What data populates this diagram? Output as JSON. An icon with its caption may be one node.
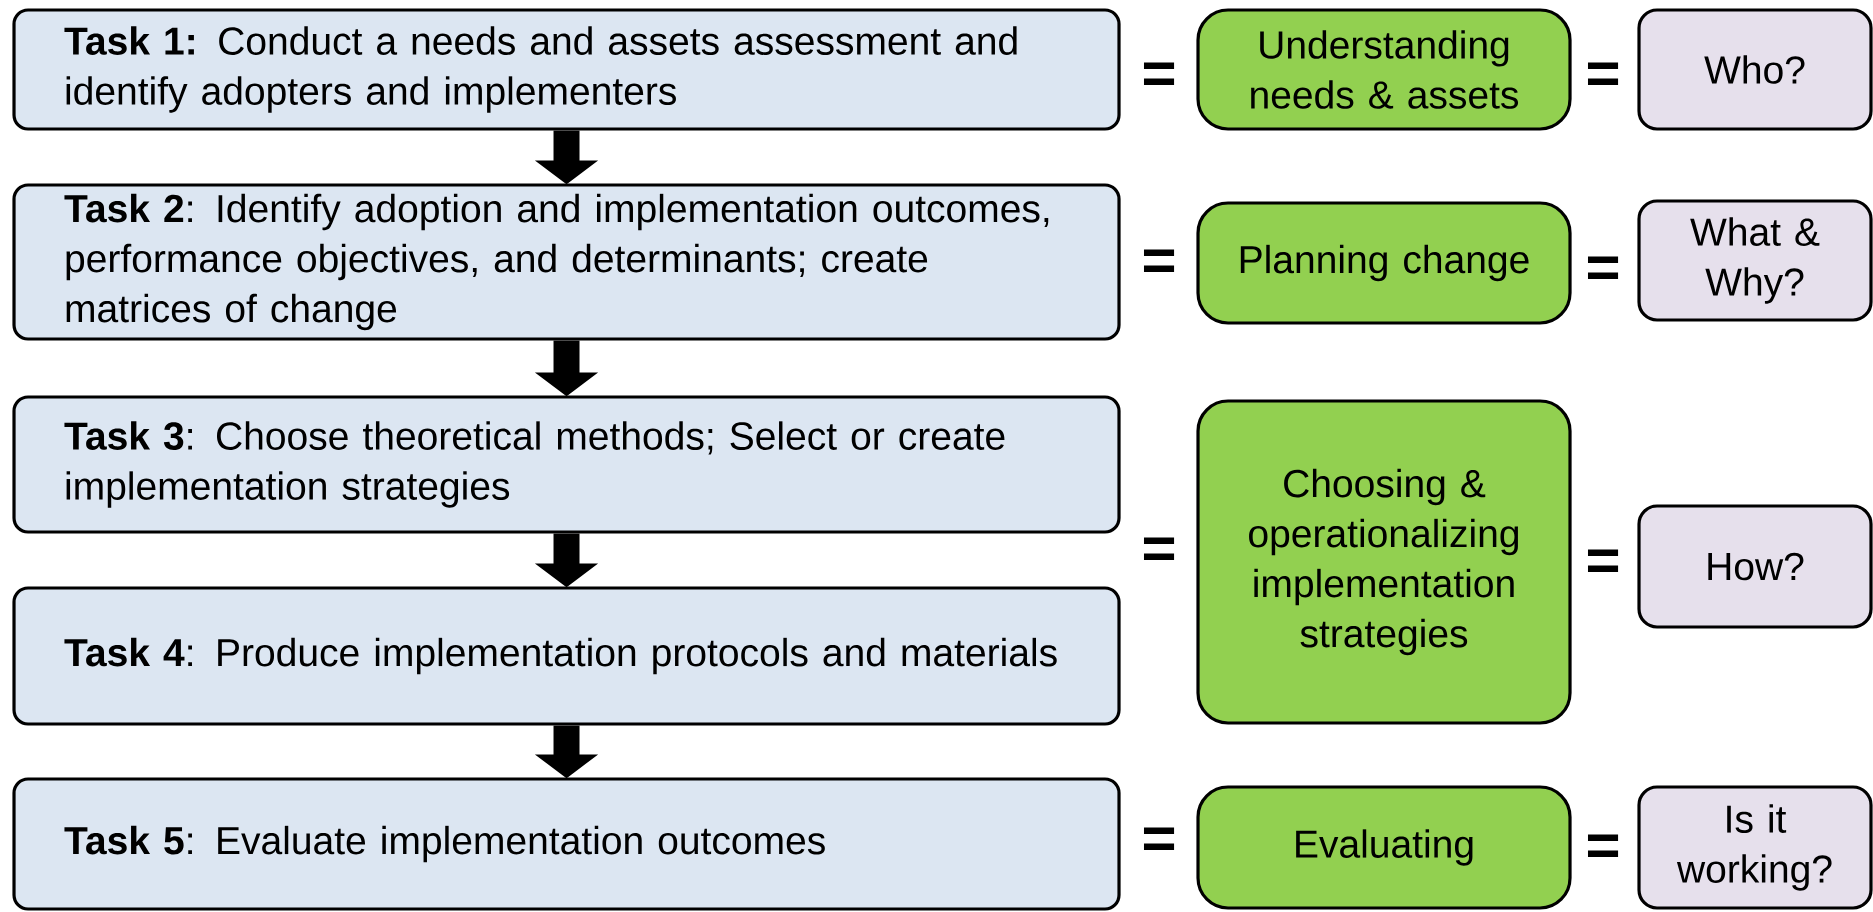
{
  "diagram": {
    "nodes": [
      {
        "text": [
          "**Task 1:** Conduct a needs and assets assessment and identify adopters and implementers"
        ]
      },
      {
        "text": [
          "**Task 2**: Identify adoption and implementation outcomes, performance objectives, and determinants; create matrices of change"
        ]
      },
      {
        "text": [
          "**Task 3**: Choose theoretical methods; Select or create implementation strategies"
        ]
      },
      {
        "text": [
          "**Task 4**: Produce implementation protocols and materials"
        ]
      },
      {
        "text": [
          "**Task 5**: Evaluate implementation outcomes"
        ]
      },
      {
        "text": [
          "Understanding needs & assets"
        ]
      },
      {
        "text": [
          "Planning change"
        ]
      },
      {
        "text": [
          "Choosing & operationalizing implementation strategies"
        ]
      },
      {
        "text": [
          "Evaluating"
        ]
      },
      {
        "text": [
          "Who?"
        ]
      },
      {
        "text": [
          "What & Why?"
        ]
      },
      {
        "text": [
          "How?"
        ]
      },
      {
        "text": [
          "Is it working?"
        ]
      }
    ],
    "edges": [
      {
        "from": 0,
        "to": 1,
        "arrow": "to"
      },
      {
        "from": 1,
        "to": 2,
        "arrow": "to"
      },
      {
        "from": 2,
        "to": 3,
        "arrow": "to"
      },
      {
        "from": 3,
        "to": 4,
        "arrow": "to"
      }
    ],
    "labels": [
      "=",
      "=",
      "=",
      "=",
      "=",
      "=",
      "=",
      "="
    ]
  }
}
